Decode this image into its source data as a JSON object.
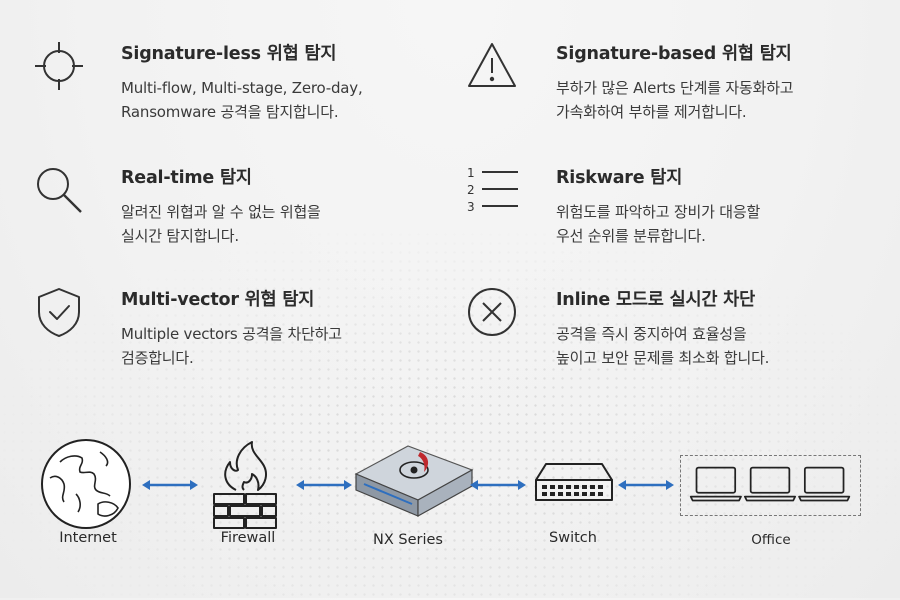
{
  "features": [
    {
      "icon": "crosshair-icon",
      "title": "Signature-less 위협 탐지",
      "lines": [
        "Multi-flow, Multi-stage, Zero-day,",
        "Ransomware 공격을 탐지합니다."
      ]
    },
    {
      "icon": "warning-triangle-icon",
      "title": "Signature-based 위협 탐지",
      "lines": [
        "부하가 많은 Alerts 단계를 자동화하고",
        "가속화하여 부하를 제거합니다."
      ]
    },
    {
      "icon": "search-icon",
      "title": "Real-time 탐지",
      "lines": [
        "알려진 위협과 알 수 없는 위협을",
        "실시간 탐지합니다."
      ]
    },
    {
      "icon": "numbered-list-icon",
      "title": "Riskware 탐지",
      "lines": [
        "위험도를 파악하고 장비가 대응할",
        "우선 순위를 분류합니다."
      ]
    },
    {
      "icon": "shield-check-icon",
      "title": "Multi-vector 위협 탐지",
      "lines": [
        "Multiple vectors 공격을 차단하고",
        "검증합니다."
      ]
    },
    {
      "icon": "circle-x-icon",
      "title": "Inline 모드로 실시간 차단",
      "lines": [
        "공격을 즉시 중지하여 효율성을",
        "높이고 보안 문제를 최소화 합니다."
      ]
    }
  ],
  "network": {
    "internet": "Internet",
    "firewall": "Firewall",
    "nx": "NX Series",
    "switch": "Switch",
    "office": "Office"
  },
  "colors": {
    "arrow": "#2e6fbf",
    "icon": "#333333",
    "accent_red": "#c0282d"
  }
}
